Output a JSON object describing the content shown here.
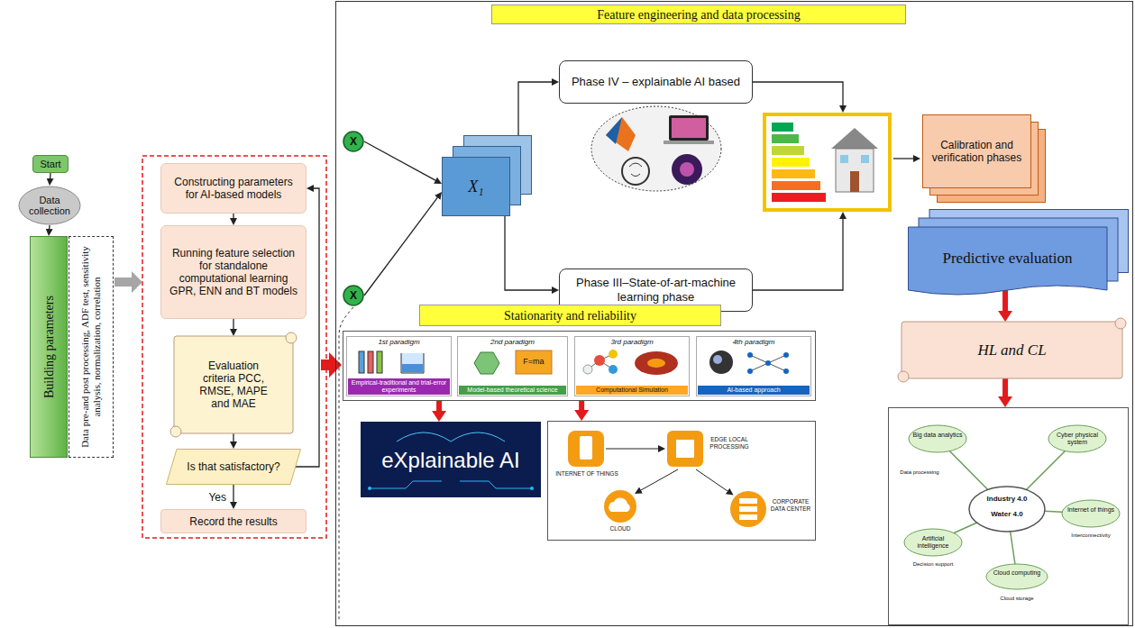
{
  "diagram": {
    "nodes": [
      {
        "text": [
          "Start"
        ]
      },
      {
        "text": [
          "Data collection"
        ]
      },
      {
        "text": [
          "Building parameters"
        ]
      },
      {
        "text": [
          "Data pre-and post processing, ADF test, sensitivity analysis, normalization, correlation"
        ]
      },
      {
        "text": [
          "Constructing parameters for AI-based models"
        ]
      },
      {
        "text": [
          "Running feature selection for standalone computational learning GPR, ENN and BT models"
        ]
      },
      {
        "text": [
          "Evaluation criteria PCC, RMSE, MAPE and MAE"
        ]
      },
      {
        "text": [
          "Is that satisfactory?"
        ]
      },
      {
        "text": [
          "Record the results"
        ]
      },
      {
        "text": [
          "Feature engineering and data processing"
        ]
      },
      {
        "text": [
          "X"
        ],
        "in": 9
      },
      {
        "text": [
          "X"
        ],
        "in": 9
      },
      {
        "text": [
          "X₁"
        ],
        "in": 9
      },
      {
        "text": [
          "Phase IV – explainable AI based"
        ],
        "in": 9
      },
      {
        "text": [
          "Phase III–State-of-art-machine learning phase"
        ],
        "in": 9
      },
      {
        "text": [
          "Calibration and verification phases"
        ],
        "in": 9
      },
      {
        "text": [
          "Predictive evaluation"
        ],
        "in": 9
      },
      {
        "text": [
          "HL and CL"
        ],
        "in": 9
      },
      {
        "text": [
          "Stationarity and reliability"
        ],
        "in": 9
      },
      {
        "text": [
          "1st paradigm",
          "Empirical-traditional and trial-error experiments"
        ],
        "in": 18
      },
      {
        "text": [
          "2nd paradigm",
          "Model-based theoretical science"
        ],
        "in": 18
      },
      {
        "text": [
          "3rd paradigm",
          "Computational Simulation"
        ],
        "in": 18
      },
      {
        "text": [
          "4th paradigm",
          "AI-based approach"
        ],
        "in": 18
      },
      {
        "text": [
          "eXplainable AI"
        ],
        "in": 9
      },
      {
        "text": [
          "INTERNET OF THINGS",
          "CLOUD",
          "EDGE LOCAL PROCESSING",
          "CORPORATE DATA CENTER"
        ],
        "in": 9
      },
      {
        "text": [
          "Industry 4.0",
          "Water 4.0",
          "Big data analytics",
          "Cyber physical system",
          "Internet of things",
          "Artificial intelligence",
          "Cloud computing"
        ],
        "in": 9
      }
    ],
    "edges": [
      {
        "from": 0,
        "to": 1,
        "arrow": "to"
      },
      {
        "from": 1,
        "to": 2,
        "arrow": "to"
      },
      {
        "from": 4,
        "to": 5,
        "arrow": "to"
      },
      {
        "from": 5,
        "to": 6,
        "arrow": "to"
      },
      {
        "from": 6,
        "to": 7,
        "arrow": "to"
      },
      {
        "from": 7,
        "to": 8,
        "label": "Yes",
        "arrow": "to"
      },
      {
        "from": 7,
        "to": 4,
        "arrow": "to"
      },
      {
        "from": 10,
        "to": 12,
        "arrow": "to"
      },
      {
        "from": 11,
        "to": 12,
        "arrow": "to"
      },
      {
        "from": 12,
        "to": 13,
        "arrow": "to"
      },
      {
        "from": 12,
        "to": 14,
        "arrow": "to"
      },
      {
        "from": 16,
        "to": 17,
        "arrow": "to"
      },
      {
        "from": 17,
        "to": 25,
        "arrow": "to"
      },
      {
        "from": 18,
        "to": 23,
        "arrow": "to"
      },
      {
        "from": 18,
        "to": 24,
        "arrow": "to"
      }
    ],
    "labels": [
      "F=ma",
      "Data processing",
      "Decision support",
      "Interconnectivity",
      "Cloud storage"
    ]
  }
}
